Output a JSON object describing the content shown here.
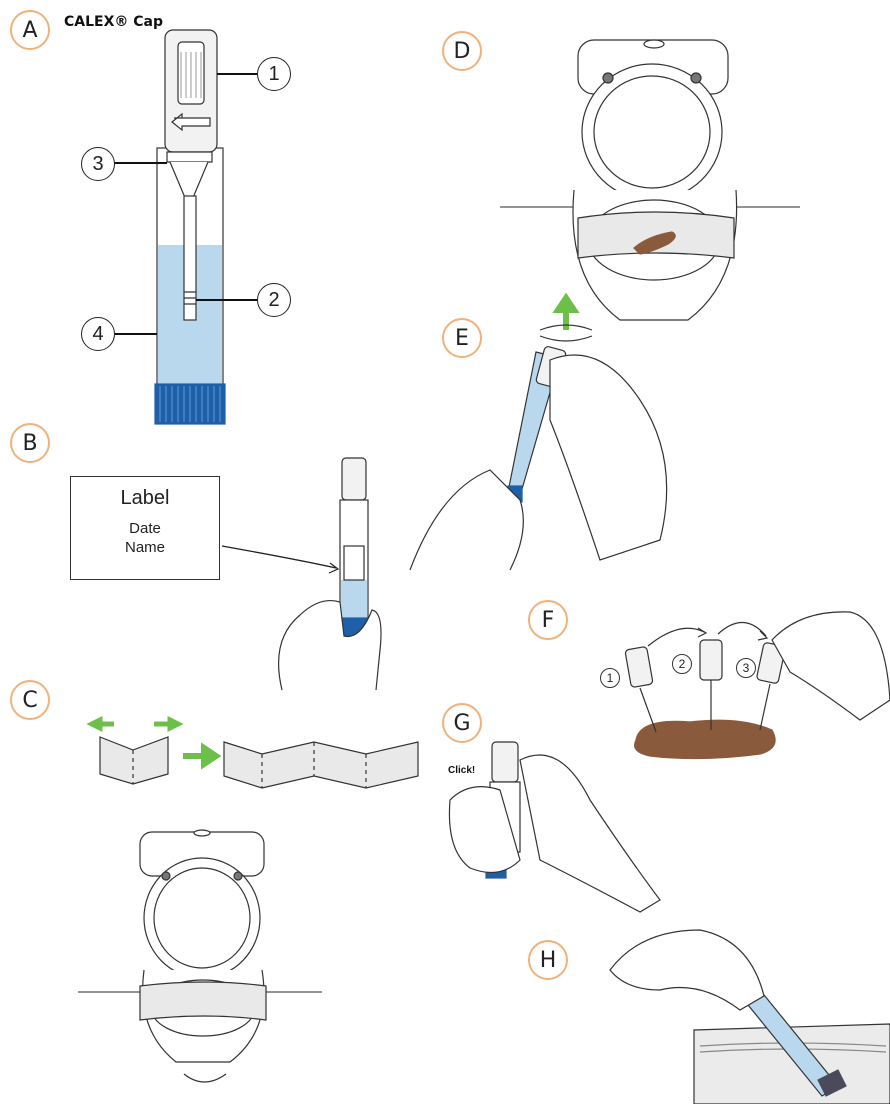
{
  "steps": {
    "a": "A",
    "b": "B",
    "c": "C",
    "d": "D",
    "e": "E",
    "f": "F",
    "g": "G",
    "h": "H"
  },
  "product_title": "CALEX® Cap",
  "parts": {
    "p1": "1",
    "p2": "2",
    "p3": "3",
    "p4": "4"
  },
  "label_box": {
    "title": "Label",
    "line1": "Date",
    "line2": "Name"
  },
  "sample_positions": {
    "s1": "1",
    "s2": "2",
    "s3": "3"
  },
  "click_text": "Click!",
  "colors": {
    "badge_border": "#f0b27a",
    "liquid": "#b9d8ee",
    "cap_blue": "#1f5fa8",
    "arrow_green": "#6cc04a",
    "stool": "#8a5a3c",
    "paper": "#e9e9e9"
  }
}
